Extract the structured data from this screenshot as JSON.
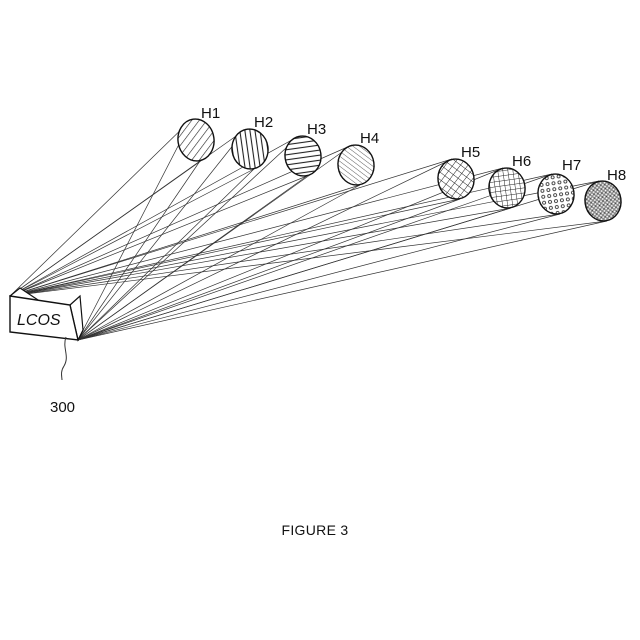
{
  "figure": {
    "caption": "FIGURE 3",
    "reference_numeral": "300",
    "source_label": "LCOS"
  },
  "holograms": [
    {
      "label": "H1",
      "pattern": "diagonal-hatch"
    },
    {
      "label": "H2",
      "pattern": "vertical-lines"
    },
    {
      "label": "H3",
      "pattern": "horizontal-lines"
    },
    {
      "label": "H4",
      "pattern": "diagonal-lines-fine"
    },
    {
      "label": "H5",
      "pattern": "diagonal-crosshatch"
    },
    {
      "label": "H6",
      "pattern": "square-grid"
    },
    {
      "label": "H7",
      "pattern": "dots"
    },
    {
      "label": "H8",
      "pattern": "fine-texture"
    }
  ]
}
